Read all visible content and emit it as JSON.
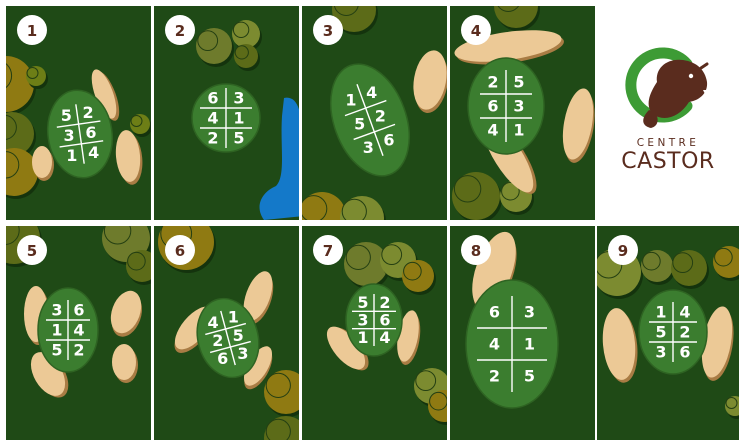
{
  "colors": {
    "grass": "#1f4a16",
    "green": "#3b7d2f",
    "sand": "#ecc996",
    "water": "#1479c9",
    "badge_text": "#5a2c1e",
    "brand_green": "#3d9b35",
    "brand_brown": "#5a2c1e"
  },
  "logo": {
    "line1": "CENTRE",
    "line2": "CASTOR"
  },
  "holes": [
    {
      "number": "1",
      "pins": [
        "5",
        "2",
        "3",
        "6",
        "1",
        "4"
      ]
    },
    {
      "number": "2",
      "pins": [
        "6",
        "3",
        "4",
        "1",
        "2",
        "5"
      ]
    },
    {
      "number": "3",
      "pins": [
        "1",
        "4",
        "5",
        "2",
        "3",
        "6"
      ]
    },
    {
      "number": "4",
      "pins": [
        "2",
        "5",
        "6",
        "3",
        "4",
        "1"
      ]
    },
    {
      "number": "5",
      "pins": [
        "3",
        "6",
        "1",
        "4",
        "5",
        "2"
      ]
    },
    {
      "number": "6",
      "pins": [
        "4",
        "1",
        "2",
        "5",
        "6",
        "3"
      ]
    },
    {
      "number": "7",
      "pins": [
        "5",
        "2",
        "3",
        "6",
        "1",
        "4"
      ]
    },
    {
      "number": "8",
      "pins": [
        "6",
        "3",
        "4",
        "1",
        "2",
        "5"
      ]
    },
    {
      "number": "9",
      "pins": [
        "1",
        "4",
        "5",
        "2",
        "3",
        "6"
      ]
    }
  ]
}
